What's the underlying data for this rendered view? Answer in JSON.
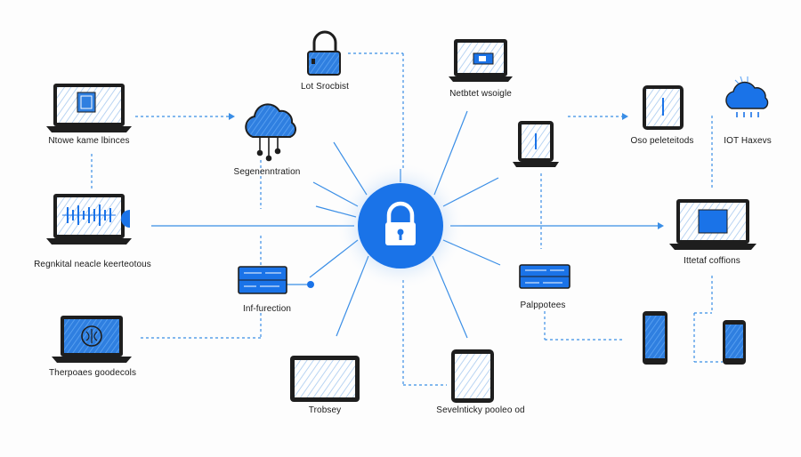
{
  "colors": {
    "accent": "#1a73e8",
    "accent_light": "#4d9bf5",
    "line": "#3a8ee6",
    "outline": "#1e1e1e",
    "screen_hatch": "#b9d4f2"
  },
  "hub": {
    "icon": "padlock-icon"
  },
  "nodes": [
    {
      "id": "n1",
      "icon": "laptop-icon",
      "label": "Ntowe kame lbinces"
    },
    {
      "id": "n2",
      "icon": "laptop-waveform-icon",
      "label": "Regnkital neacle keerteotous"
    },
    {
      "id": "n3",
      "icon": "laptop-brain-icon",
      "label": "Therpoaes goodecols"
    },
    {
      "id": "n4",
      "icon": "padlock-icon",
      "label": "Lot Srocbist"
    },
    {
      "id": "n5",
      "icon": "cloud-icon",
      "label": "Segenenntration"
    },
    {
      "id": "n6",
      "icon": "server-rack-icon",
      "label": "Inf-furection"
    },
    {
      "id": "n7",
      "icon": "tablet-icon",
      "label": "Trobsey"
    },
    {
      "id": "n8",
      "icon": "laptop-icon",
      "label": "Netbtet wsoigle"
    },
    {
      "id": "n9",
      "icon": "tablet-icon",
      "label": "Sevelnticky pooleo od"
    },
    {
      "id": "n10",
      "icon": "tablet-icon",
      "label": "Oso peleteitods"
    },
    {
      "id": "n11",
      "icon": "cloud-rain-icon",
      "label": "IOT Haxevs"
    },
    {
      "id": "n12",
      "icon": "laptop-icon",
      "label": "Ittetaf coffions"
    },
    {
      "id": "n13",
      "icon": "server-rack-icon",
      "label": "Palppotees"
    },
    {
      "id": "n14",
      "icon": "phone-icon",
      "label": ""
    },
    {
      "id": "n15",
      "icon": "phone-icon",
      "label": ""
    },
    {
      "id": "n16",
      "icon": "tablet-icon",
      "label": ""
    }
  ]
}
